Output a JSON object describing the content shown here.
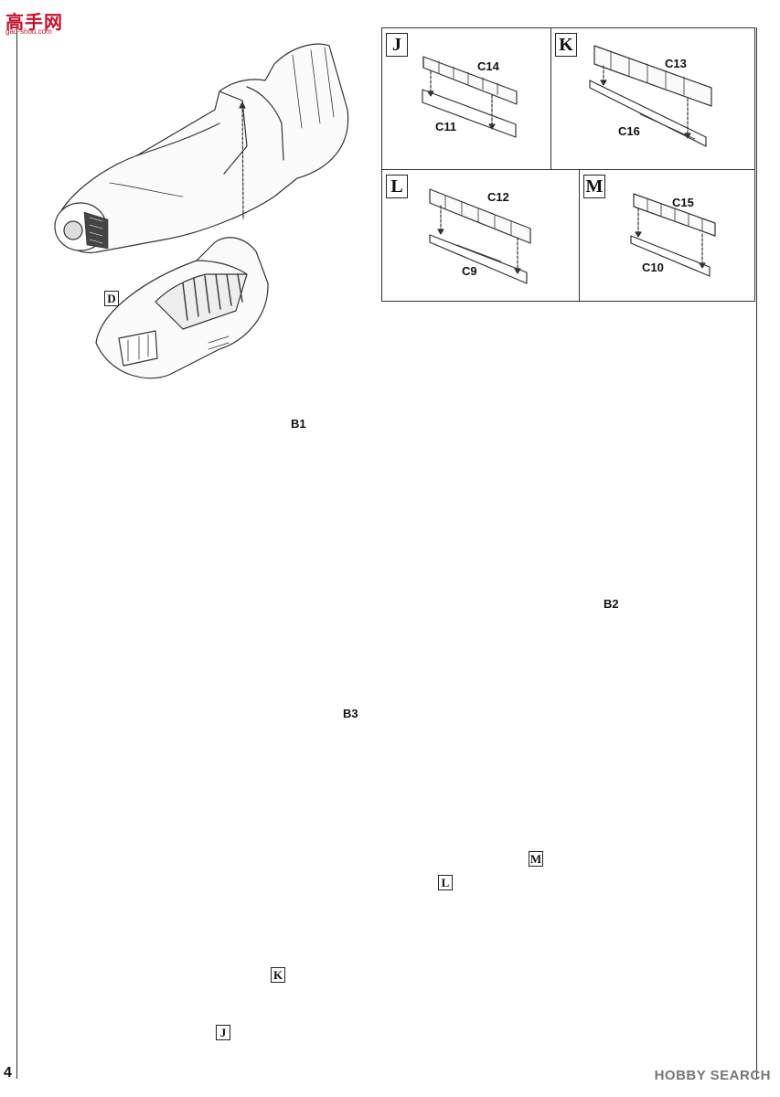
{
  "watermark": {
    "site": "高手网",
    "sub": "gao-shou.com"
  },
  "inset_panels": [
    {
      "label": "J",
      "parts": [
        "C14",
        "C11"
      ]
    },
    {
      "label": "K",
      "parts": [
        "C13",
        "C16"
      ]
    },
    {
      "label": "L",
      "parts": [
        "C12",
        "C9"
      ]
    },
    {
      "label": "M",
      "parts": [
        "C15",
        "C10"
      ]
    }
  ],
  "main_parts": {
    "cockpit_label": "D",
    "wing_left": "B1",
    "wing_right": "B2",
    "wing_lower": "B3"
  },
  "bottom_labels": [
    "J",
    "K",
    "L",
    "M"
  ],
  "page_number": "4",
  "footer_watermark": "HOBBY SEARCH",
  "colors": {
    "line": "#333333",
    "watermark_red": "#c8102e"
  }
}
